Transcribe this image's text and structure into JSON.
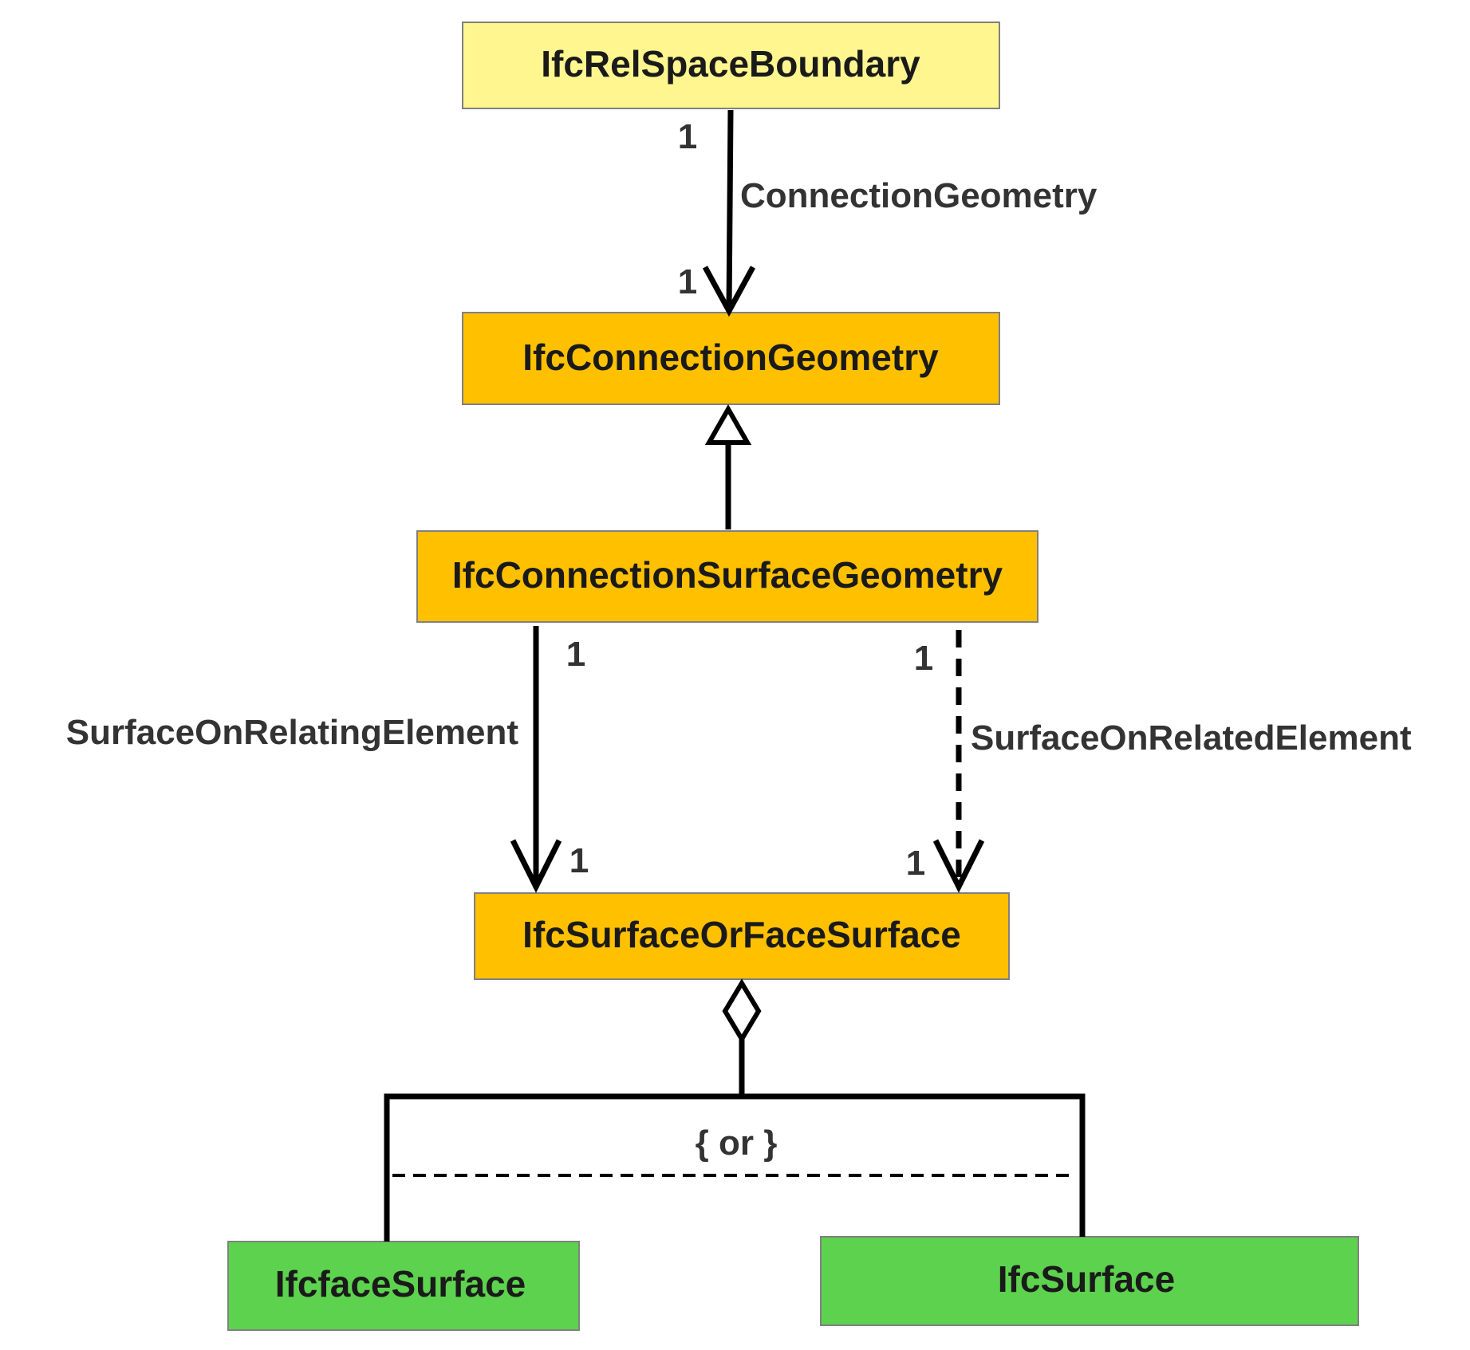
{
  "colors": {
    "rel_box": "#FFF68F",
    "geometry_box": "#FFC000",
    "surface_box": "#5DD24E",
    "line": "#000000"
  },
  "boxes": {
    "rel_space_boundary": "IfcRelSpaceBoundary",
    "connection_geometry": "IfcConnectionGeometry",
    "connection_surface_geometry": "IfcConnectionSurfaceGeometry",
    "surface_or_face_surface": "IfcSurfaceOrFaceSurface",
    "face_surface": "IfcfaceSurface",
    "surface": "IfcSurface"
  },
  "edges": {
    "connection_geometry": {
      "label": "ConnectionGeometry",
      "source_multiplicity": "1",
      "target_multiplicity": "1"
    },
    "surface_on_relating": {
      "label": "SurfaceOnRelatingElement",
      "source_multiplicity": "1",
      "target_multiplicity": "1"
    },
    "surface_on_related": {
      "label": "SurfaceOnRelatedElement",
      "source_multiplicity": "1",
      "target_multiplicity": "1"
    },
    "or_constraint": "{ or }"
  }
}
